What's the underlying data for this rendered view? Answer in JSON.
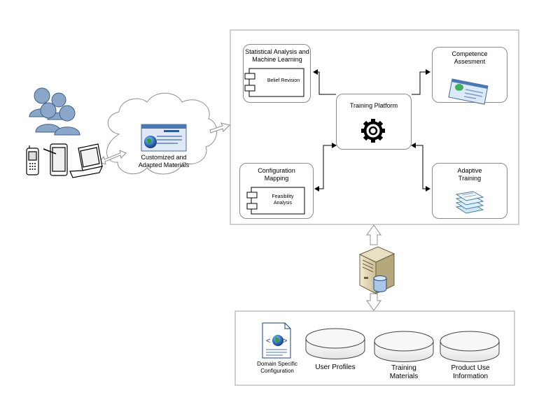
{
  "cloud": {
    "label": "Customized and Adapted Materials"
  },
  "platform": {
    "center": {
      "label": "Training Platform"
    },
    "stat": {
      "label": "Statistical Analysis and Machine Learning",
      "component": "Belief Revision"
    },
    "competence": {
      "label": "Competence Assesment"
    },
    "config": {
      "label": "Configuration Mapping",
      "component": "Feasibility Analysis"
    },
    "adaptive": {
      "label": "Adaptive Training"
    }
  },
  "storage": {
    "doc": {
      "label": "Domain Specific Configuration"
    },
    "db1": {
      "label": "User Profiles"
    },
    "db2": {
      "label": "Training Materials"
    },
    "db3": {
      "label": "Product Use Information"
    }
  },
  "icons": [
    "users-icon",
    "phone-icon",
    "tablet-icon",
    "laptop-icon",
    "browser-window-icon",
    "gear-icon",
    "server-icon",
    "database-icon",
    "document-globe-icon",
    "stacked-pages-icon",
    "component-icon"
  ],
  "colors": {
    "border": "#a0a0a0",
    "user_blue": "#8aa7c9",
    "screen_blue": "#4a78b5"
  }
}
